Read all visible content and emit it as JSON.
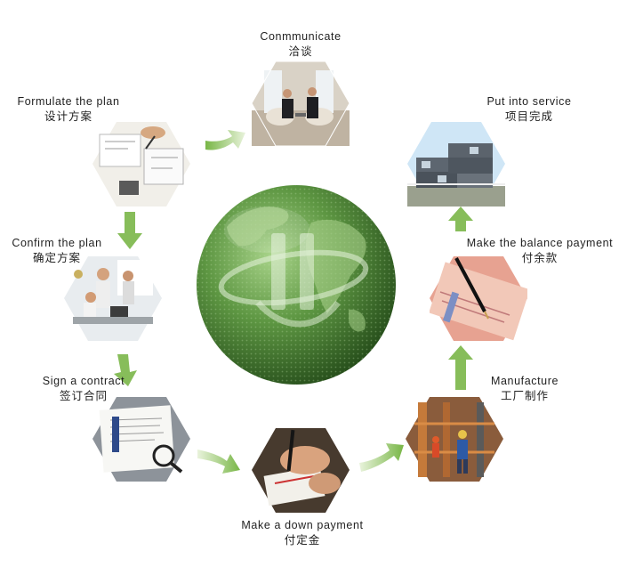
{
  "steps": [
    {
      "id": "communicate",
      "en": "Conmmunicate",
      "zh": "洽谈",
      "photo": "business-meeting-photo"
    },
    {
      "id": "formulate",
      "en": "Formulate the plan",
      "zh": "设计方案",
      "photo": "blueprint-drawing-photo"
    },
    {
      "id": "confirm",
      "en": "Confirm the plan",
      "zh": "确定方案",
      "photo": "office-meeting-photo"
    },
    {
      "id": "sign",
      "en": "Sign a contract",
      "zh": "签订合同",
      "photo": "contract-magnifier-photo"
    },
    {
      "id": "down-payment",
      "en": "Make a down payment",
      "zh": "付定金",
      "photo": "signing-pen-photo"
    },
    {
      "id": "manufacture",
      "en": "Manufacture",
      "zh": "工厂制作",
      "photo": "factory-workers-photo"
    },
    {
      "id": "balance",
      "en": "Make the balance payment",
      "zh": "付余款",
      "photo": "pen-on-cheque-photo"
    },
    {
      "id": "service",
      "en": "Put into service",
      "zh": "项目完成",
      "photo": "container-house-photo"
    }
  ],
  "center": {
    "icon": "green-globe-logo-icon"
  },
  "colors": {
    "arrow_green": "#7ab648",
    "globe_dark": "#2f5e22",
    "globe_light": "#8fc070"
  }
}
